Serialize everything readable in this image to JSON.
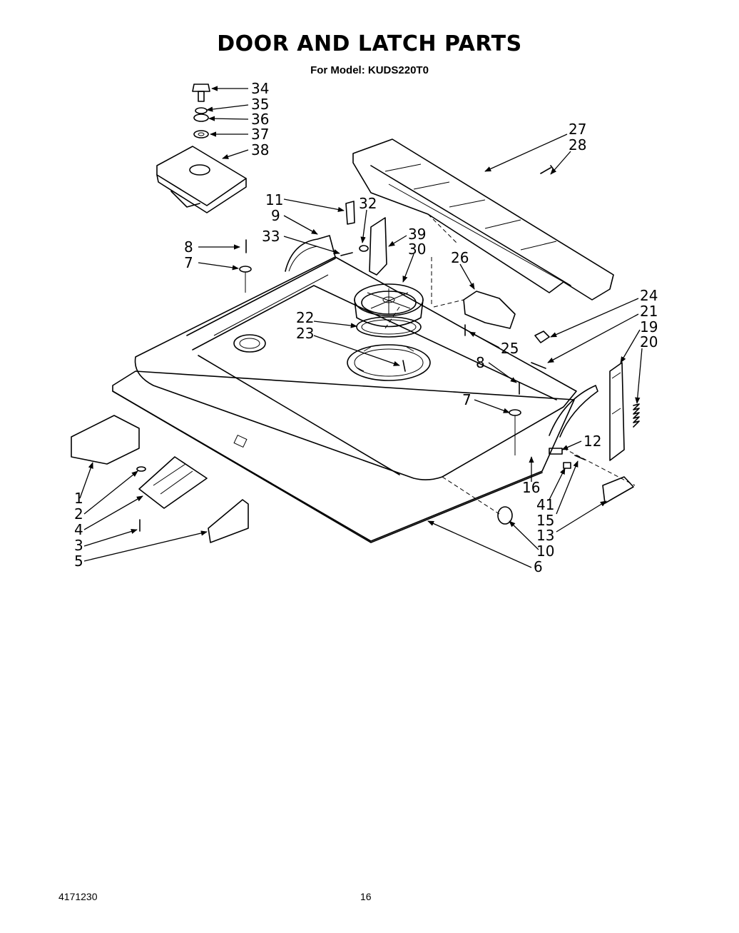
{
  "header": {
    "title": "DOOR AND LATCH PARTS",
    "subtitle": "For Model: KUDS220T0"
  },
  "footer": {
    "code": "4171230",
    "page": "16"
  },
  "callouts": [
    "1",
    "2",
    "3",
    "4",
    "5",
    "6",
    "7",
    "7",
    "8",
    "8",
    "9",
    "10",
    "11",
    "12",
    "13",
    "15",
    "16",
    "19",
    "20",
    "21",
    "22",
    "23",
    "24",
    "25",
    "26",
    "27",
    "28",
    "30",
    "32",
    "33",
    "34",
    "35",
    "36",
    "37",
    "38",
    "39",
    "41"
  ]
}
